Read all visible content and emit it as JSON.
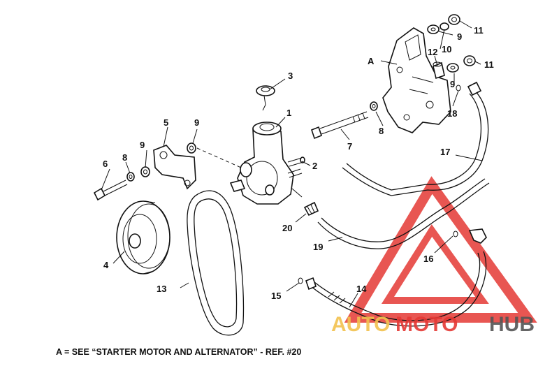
{
  "callouts": {
    "c1": "1",
    "c2": "2",
    "c3": "3",
    "c4": "4",
    "c5": "5",
    "c6": "6",
    "c7": "7",
    "c8a": "8",
    "c8b": "8",
    "c9a": "9",
    "c9b": "9",
    "c9c": "9",
    "c9d": "9",
    "c10": "10",
    "c11a": "11",
    "c11b": "11",
    "c12": "12",
    "c13": "13",
    "c14": "14",
    "c15": "15",
    "c16": "16",
    "c17": "17",
    "c18": "18",
    "c19": "19",
    "c20": "20",
    "cA": "A"
  },
  "caption": "A = SEE “STARTER MOTOR AND ALTERNATOR” - REF. #20",
  "watermark": {
    "auto": "AUTO",
    "moto": "MOTO",
    "hub": "HUB",
    "accent": "#e53935",
    "dark": "#555555",
    "gold": "#f2c14e"
  }
}
